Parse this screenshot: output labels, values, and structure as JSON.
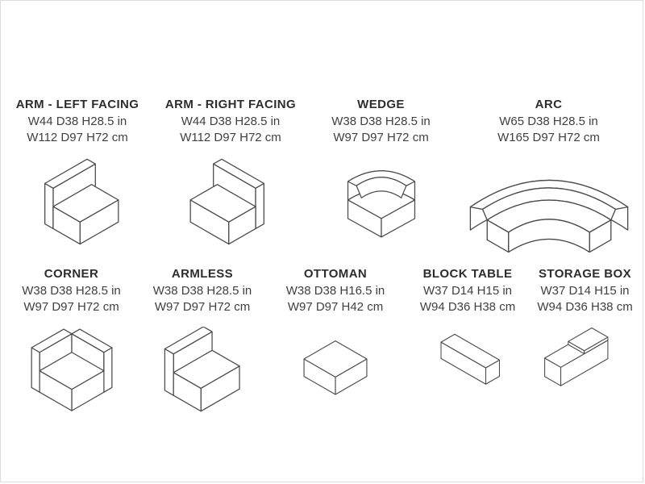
{
  "palette": {
    "background": "#ffffff",
    "frame_border": "#dcdcdc",
    "line_art": "#4a4a4a",
    "title_text": "#2d2d2d",
    "dims_text": "#3f3f3f"
  },
  "rows": [
    {
      "modules": [
        {
          "name": "ARM - LEFT FACING",
          "dims_in": "W44 D38 H28.5 in",
          "dims_cm": "W112 D97 H72 cm"
        },
        {
          "name": "ARM - RIGHT FACING",
          "dims_in": "W44 D38 H28.5 in",
          "dims_cm": "W112 D97 H72 cm"
        },
        {
          "name": "WEDGE",
          "dims_in": "W38 D38 H28.5 in",
          "dims_cm": "W97 D97 H72 cm"
        },
        {
          "name": "ARC",
          "dims_in": "W65 D38 H28.5 in",
          "dims_cm": "W165 D97 H72 cm"
        }
      ]
    },
    {
      "modules": [
        {
          "name": "CORNER",
          "dims_in": "W38 D38 H28.5 in",
          "dims_cm": "W97 D97 H72 cm"
        },
        {
          "name": "ARMLESS",
          "dims_in": "W38 D38 H28.5 in",
          "dims_cm": "W97 D97 H72 cm"
        },
        {
          "name": "OTTOMAN",
          "dims_in": "W38 D38 H16.5 in",
          "dims_cm": "W97 D97 H42 cm"
        },
        {
          "name": "BLOCK TABLE",
          "dims_in": "W37 D14 H15 in",
          "dims_cm": "W94 D36 H38 cm"
        },
        {
          "name": "STORAGE BOX",
          "dims_in": "W37 D14 H15 in",
          "dims_cm": "W94 D36 H38 cm"
        }
      ]
    }
  ]
}
